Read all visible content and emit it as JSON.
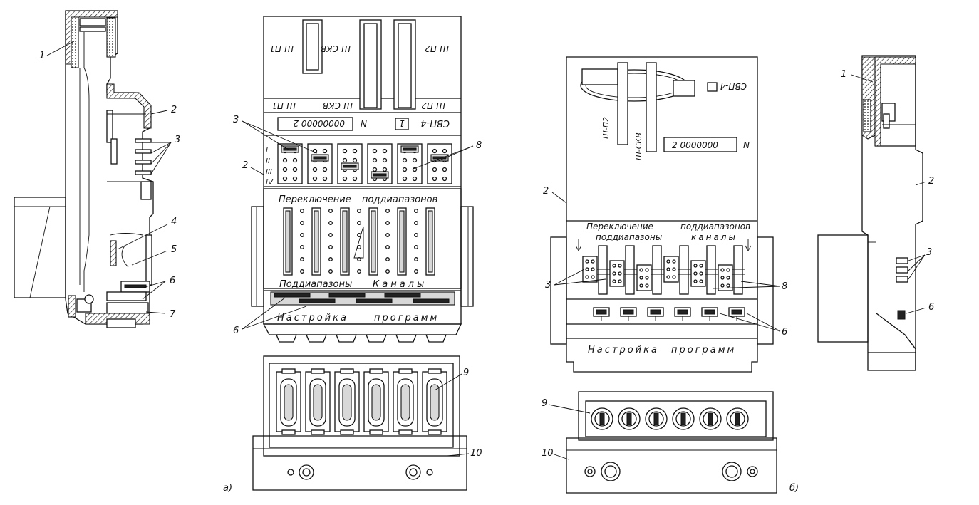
{
  "figure": {
    "subfig_a": "а)",
    "subfig_b": "б)"
  },
  "view_a": {
    "module_labels": [
      "Ш-П1",
      "Ш-СКВ",
      "Ш-П2"
    ],
    "strip_labels": [
      "Ш-П1",
      "Ш-СКВ",
      "Ш-П2"
    ],
    "panel_name": "СВП-4",
    "panel_box_num": "1",
    "serial_letter": "N",
    "serial_number": "00000000 2",
    "band_marks": [
      "I",
      "II",
      "III",
      "IV"
    ],
    "switch_heading_1": "Переключение",
    "switch_heading_2": "поддиапазонов",
    "sub_bands_label": "Поддиапазоны",
    "channels_label": "Каналы",
    "tuning_label": "Настройка",
    "program_label": "программ"
  },
  "view_b": {
    "module_labels": [
      "Ш-П2",
      "Ш-СКВ"
    ],
    "panel_name": "СВП-4",
    "serial_number": "2 0000000",
    "serial_letter": "N",
    "switch_heading_1": "Переключение",
    "switch_heading_2": "поддиапазонов",
    "sub_bands_label": "поддиапазоны",
    "channels_label": "каналы",
    "tuning_label": "Настройка",
    "program_label": "программ"
  },
  "callouts": {
    "left_side": [
      "1",
      "2",
      "3",
      "4",
      "5",
      "6",
      "7"
    ],
    "front_a": [
      "3",
      "2",
      "8",
      "6",
      "9",
      "10"
    ],
    "front_b": [
      "2",
      "3",
      "8",
      "6",
      "9",
      "10"
    ],
    "right_side": [
      "1",
      "2",
      "3",
      "6"
    ]
  }
}
